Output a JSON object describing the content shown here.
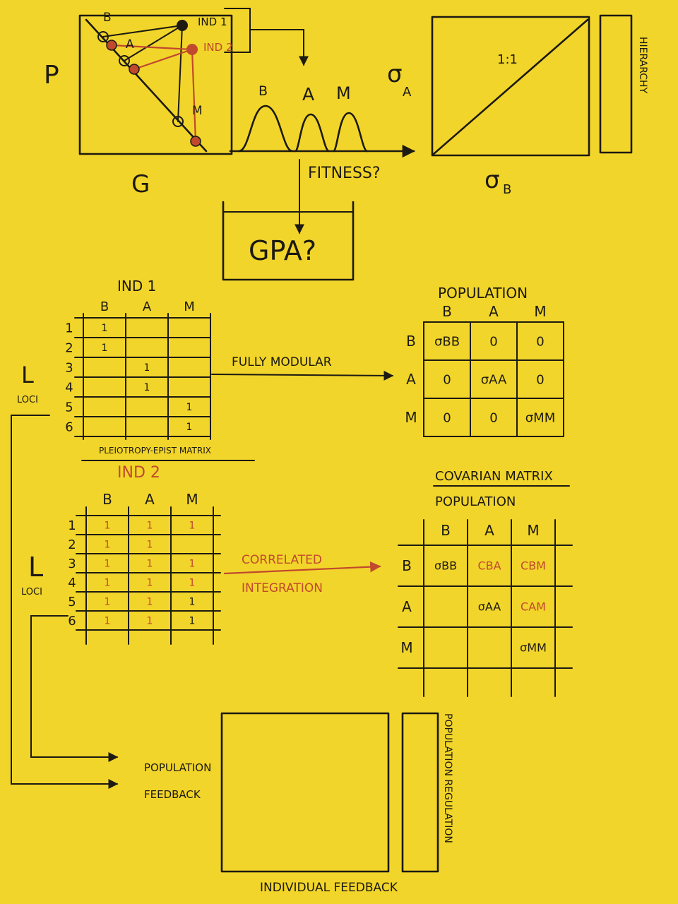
{
  "colors": {
    "paper": "#f2d52a",
    "ink": "#1c1a12",
    "red_ink": "#c0492e"
  },
  "gp_plot": {
    "y_axis": "P",
    "x_axis": "G",
    "labels": {
      "b": "B",
      "a": "A",
      "m": "M"
    },
    "ind1": "IND 1",
    "ind2": "IND 2"
  },
  "fitness_plot": {
    "peaks": [
      "B",
      "A",
      "M"
    ],
    "x_axis": "FITNESS?"
  },
  "gpa_box": "GPA?",
  "sigma_plot": {
    "y_axis": "σ",
    "y_sub": "A",
    "x_axis": "σ",
    "x_sub": "B",
    "line_label": "1:1",
    "side_label": "HIERARCHY"
  },
  "ind1_matrix": {
    "title": "IND 1",
    "columns": [
      "B",
      "A",
      "M"
    ],
    "rows": [
      "1",
      "2",
      "3",
      "4",
      "5",
      "6"
    ],
    "cells": [
      [
        "1",
        "",
        ""
      ],
      [
        "1",
        "",
        ""
      ],
      [
        "",
        "1",
        ""
      ],
      [
        "",
        "1",
        ""
      ],
      [
        "",
        "",
        "1"
      ],
      [
        "",
        "",
        "1"
      ]
    ],
    "loci_big": "L",
    "loci_label": "LOCI",
    "caption": "PLEIOTROPY-EPIST MATRIX"
  },
  "arrow_modular": "FULLY MODULAR",
  "cov_modular": {
    "title": "POPULATION",
    "columns": [
      "B",
      "A",
      "M"
    ],
    "rows": [
      "B",
      "A",
      "M"
    ],
    "cells": [
      [
        "σBB",
        "0",
        "0"
      ],
      [
        "0",
        "σAA",
        "0"
      ],
      [
        "0",
        "0",
        "σMM"
      ]
    ],
    "caption": "COVARIAN MATRIX"
  },
  "ind2_matrix": {
    "title": "IND 2",
    "columns": [
      "B",
      "A",
      "M"
    ],
    "rows": [
      "1",
      "2",
      "3",
      "4",
      "5",
      "6"
    ],
    "cells": [
      [
        "1",
        "1",
        "1"
      ],
      [
        "1",
        "1",
        ""
      ],
      [
        "1",
        "1",
        "1"
      ],
      [
        "1",
        "1",
        "1"
      ],
      [
        "1",
        "1",
        "1"
      ],
      [
        "1",
        "1",
        "1"
      ]
    ],
    "loci_big": "L",
    "loci_label": "LOCI"
  },
  "arrow_correlated": [
    "CORRELATED",
    "INTEGRATION"
  ],
  "cov_correlated": {
    "title": "POPULATION",
    "columns": [
      "B",
      "A",
      "M"
    ],
    "rows": [
      "B",
      "A",
      "M"
    ],
    "cells": [
      [
        "σBB",
        "CBA",
        "CBM"
      ],
      [
        "",
        "σAA",
        "CAM"
      ],
      [
        "",
        "",
        "σMM"
      ]
    ]
  },
  "feedback": {
    "left_label": [
      "POPULATION",
      "FEEDBACK"
    ],
    "bottom_label": "INDIVIDUAL FEEDBACK",
    "side_label": "POPULATION REGULATION"
  }
}
